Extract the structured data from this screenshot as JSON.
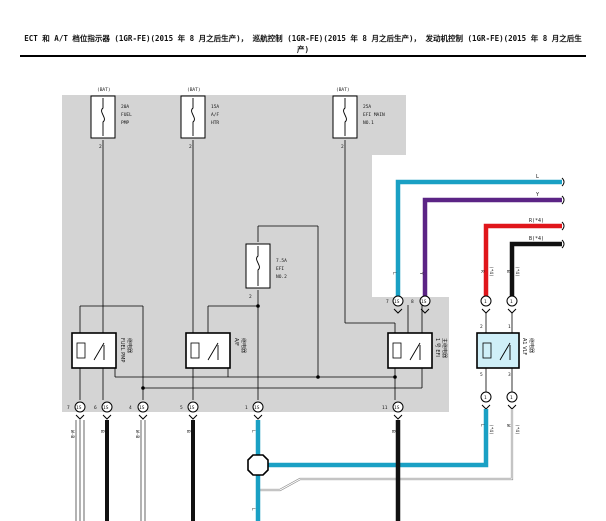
{
  "header": {
    "title": "ECT 和 A/T 档位指示器 (1GR-FE)(2015 年 8 月之后生产)， 巡航控制 (1GR-FE)(2015 年 8 月之后生产)， 发动机控制 (1GR-FE)(2015 年 8 月之后生产)"
  },
  "diagram": {
    "fuses": [
      {
        "source": "(BAT)",
        "rating": "20A",
        "name1": "FUEL",
        "name2": "PMP",
        "pin": "2"
      },
      {
        "source": "(BAT)",
        "rating": "15A",
        "name1": "A/F",
        "name2": "HTR",
        "pin": "2"
      },
      {
        "source": "(BAT)",
        "rating": "25A",
        "name1": "EFI MAIN",
        "name2": "NO.1",
        "pin": "2"
      },
      {
        "source": "",
        "rating": "7.5A",
        "name1": "EFI",
        "name2": "NO.2",
        "pin": "2"
      }
    ],
    "relays": [
      {
        "name1": "FUEL PMP",
        "name2": "继电器"
      },
      {
        "name1": "A/F",
        "name2": "继电器"
      },
      {
        "name1": "1 号 EFI",
        "name2": "主继电器"
      },
      {
        "name1": "A1 VLF",
        "name2": "继电器"
      }
    ],
    "connector_code": "1S",
    "top_connectors": [
      {
        "num": "7",
        "code": "1S",
        "wire": "L"
      },
      {
        "num": "8",
        "code": "1S",
        "wire": "Y"
      }
    ],
    "bottom_connectors": [
      {
        "num": "7",
        "code": "1S",
        "wire": "W-B"
      },
      {
        "num": "6",
        "code": "1S",
        "wire": "B"
      },
      {
        "num": "4",
        "code": "1S",
        "wire": "W-B"
      },
      {
        "num": "5",
        "code": "1S",
        "wire": "B"
      },
      {
        "num": "1",
        "code": "1S",
        "wire": "L"
      },
      {
        "num": "11",
        "code": "1S",
        "wire": "B"
      }
    ],
    "right_wires": [
      {
        "label": "L",
        "color": "#1aa0c4"
      },
      {
        "label": "Y",
        "color": "#5b2485"
      },
      {
        "label": "R(*4)",
        "color": "#e0161b"
      },
      {
        "label": "B(*4)",
        "color": "#111111"
      }
    ],
    "vlf_pins": {
      "top_left": "2",
      "top_right": "1",
      "bottom_left": "5",
      "bottom_right": "3"
    },
    "vlf_wires_top": [
      "R",
      "B",
      "(*4)",
      "(*4)"
    ],
    "vlf_wires_bottom": [
      "L",
      "W",
      "(*4)",
      "(*4)"
    ],
    "colors": {
      "cyan": "#1aa0c4",
      "purple": "#5b2485",
      "red": "#e0161b",
      "box": "#d4d4d4"
    }
  }
}
